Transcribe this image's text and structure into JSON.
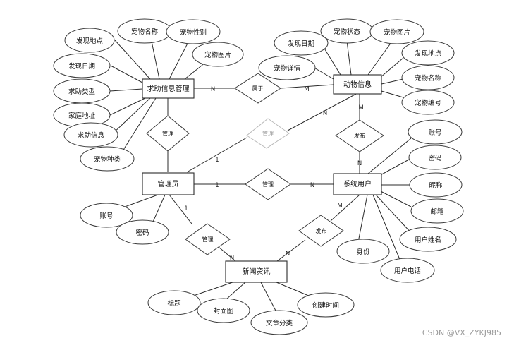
{
  "entities": {
    "help_info": "求助信息管理",
    "animal_info": "动物信息",
    "admin": "管理员",
    "system_user": "系统用户",
    "news": "新闻资讯"
  },
  "relationships": {
    "belongs": "属于",
    "manage_help_admin": "管理",
    "manage_faded": "管理",
    "manage_admin_user": "管理",
    "manage_admin_news": "管理",
    "publish_user_animal": "发布",
    "publish_user_news": "发布"
  },
  "attributes": {
    "help_info": [
      "发现地点",
      "宠物名称",
      "宠物性别",
      "宠物图片",
      "发现日期",
      "求助类型",
      "家庭地址",
      "求助信息",
      "宠物种类"
    ],
    "animal_info": [
      "发现日期",
      "宠物状态",
      "宠物图片",
      "宠物详情",
      "发现地点",
      "宠物名称",
      "宠物编号"
    ],
    "system_user": [
      "账号",
      "密码",
      "昵称",
      "邮箱",
      "用户姓名",
      "身份",
      "用户电话"
    ],
    "admin": [
      "账号",
      "密码"
    ],
    "news": [
      "标题",
      "封面图",
      "文章分类",
      "创建时间"
    ]
  },
  "cardinalities": {
    "help_belongs_n": "N",
    "belongs_animal_m": "M",
    "faded_animal_n": "N",
    "admin_faded_1": "1",
    "admin_user_1": "1",
    "admin_user_n": "N",
    "animal_publish_m": "M",
    "publish_user_n": "N",
    "admin_manage_1": "1",
    "manage_news_n": "N",
    "news_publish_n": "N",
    "publish_user_m": "M"
  },
  "watermark": "CSDN @VX_ZYKJ985"
}
